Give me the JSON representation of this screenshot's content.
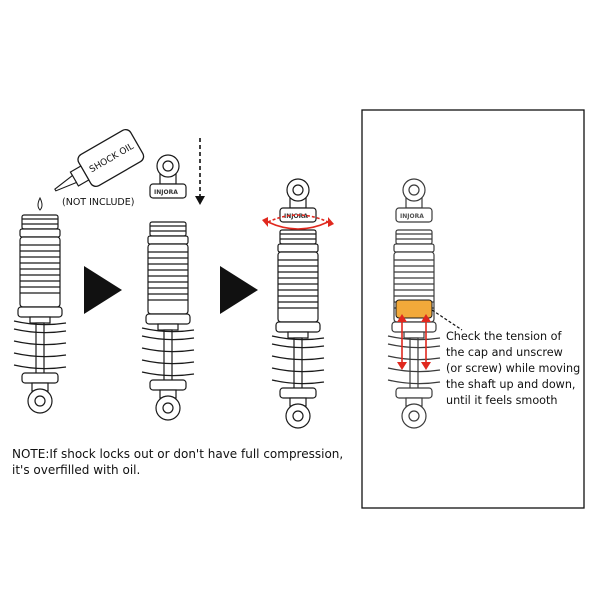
{
  "bottle": {
    "label": "SHOCK OIL",
    "note": "(NOT INCLUDE)"
  },
  "cap_label": "INJORA",
  "note": {
    "lines": [
      "NOTE:If shock locks out or don't have full compression,",
      "it's overfilled with oil."
    ]
  },
  "callout": {
    "lines": [
      "Check the tension of",
      "the cap and unscrew",
      "(or screw) while moving",
      "the shaft up and down,",
      "until it feels smooth"
    ]
  },
  "colors": {
    "highlight_ring": "#f2a93a",
    "arrow_red": "#e0281e",
    "triangle": "#111111",
    "line": "#1a1a1a"
  },
  "icons": [
    "oil-bottle-icon",
    "shock-absorber-icon",
    "step-arrow-icon",
    "rotate-arrow-icon",
    "down-arrow-icon",
    "up-down-arrow-icon"
  ]
}
